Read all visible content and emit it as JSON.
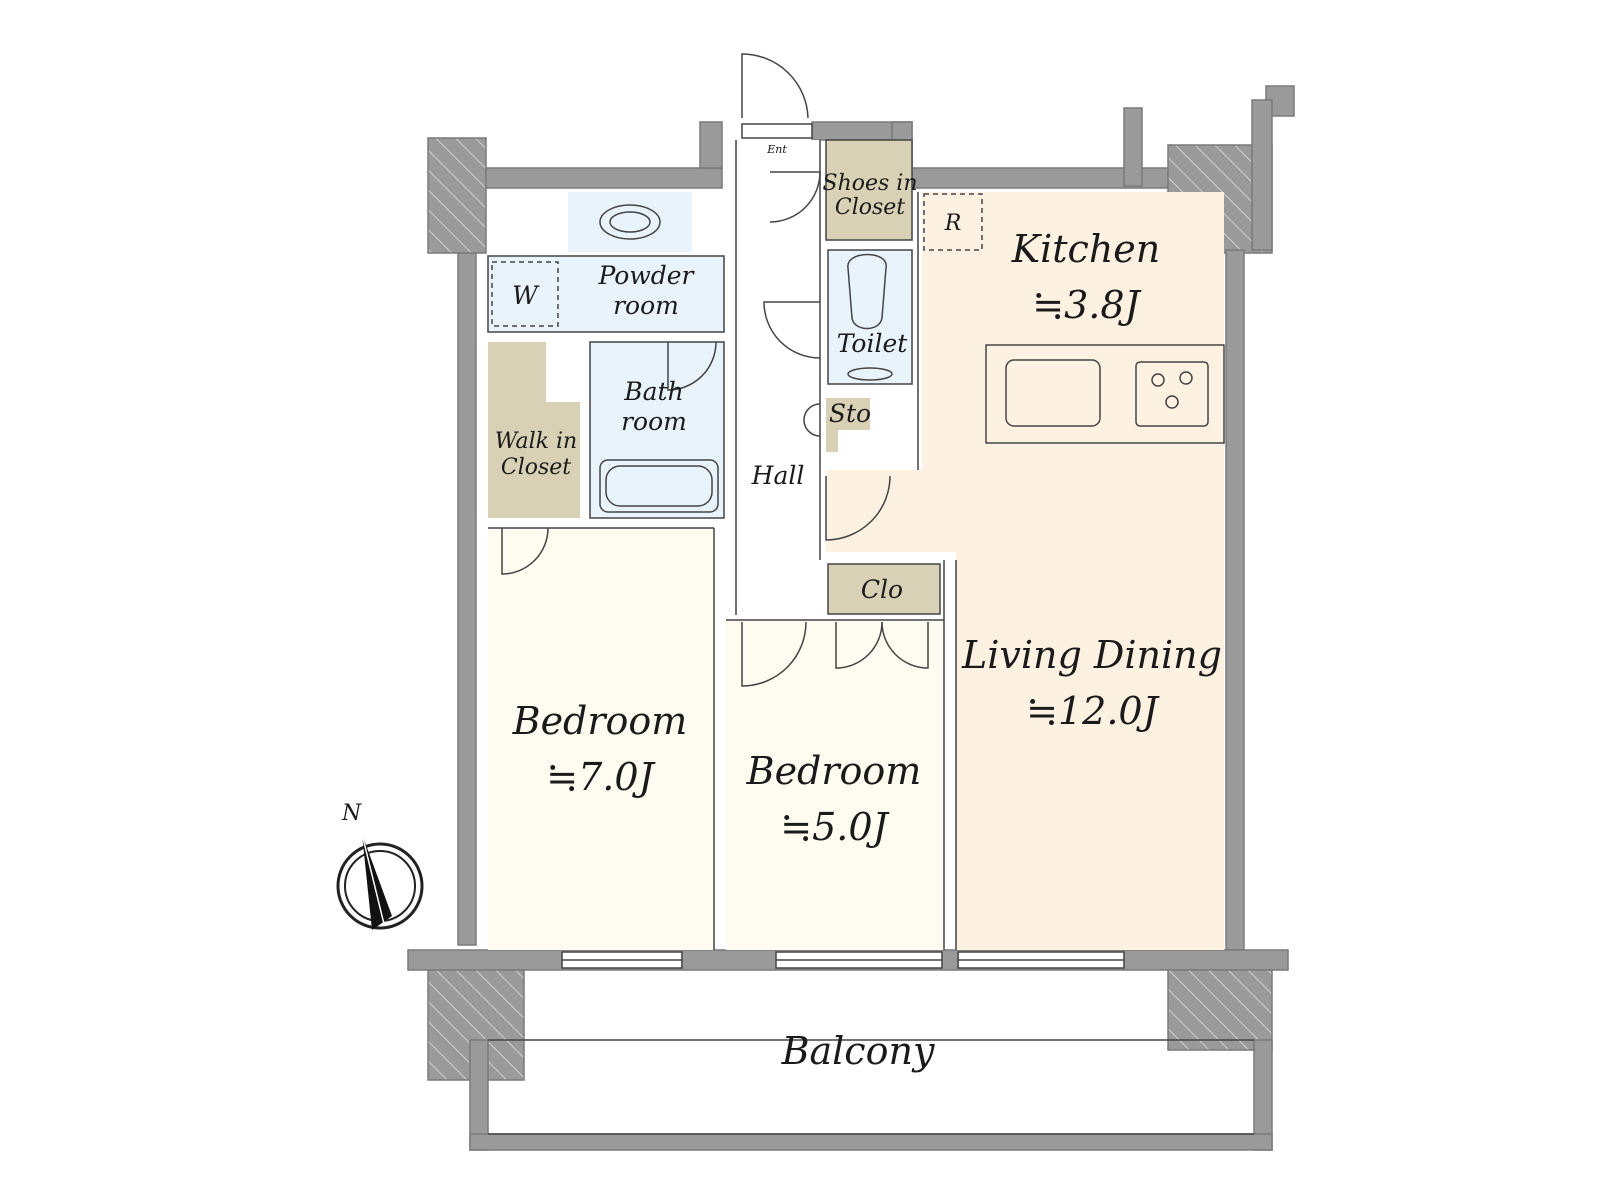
{
  "colors": {
    "wall": "#9a9a9a",
    "wall_edge": "#7a7a7a",
    "kitchen_living": "#fdf1e2",
    "bedroom": "#fefcf0",
    "wet_area": "#e8f3fb",
    "closet": "#d9d1b5",
    "hall": "#ffffff",
    "outline": "#444444"
  },
  "compass": {
    "north": "N"
  },
  "rooms": {
    "kitchen": {
      "name": "Kitchen",
      "area": "≒3.8J"
    },
    "living": {
      "name": "Living Dining",
      "area": "≒12.0J"
    },
    "bedroom1": {
      "name": "Bedroom",
      "area": "≒7.0J"
    },
    "bedroom2": {
      "name": "Bedroom",
      "area": "≒5.0J"
    },
    "balcony": {
      "name": "Balcony"
    },
    "hall": {
      "name": "Hall"
    },
    "entrance": {
      "name": "Ent"
    },
    "shoes": {
      "line1": "Shoes in",
      "line2": "Closet"
    },
    "toilet": {
      "name": "Toilet"
    },
    "storage": {
      "name": "Sto"
    },
    "powder": {
      "line1": "Powder",
      "line2": "room"
    },
    "bath": {
      "line1": "Bath",
      "line2": "room"
    },
    "walkin": {
      "line1": "Walk in",
      "line2": "Closet"
    },
    "closet": {
      "name": "Clo"
    },
    "washer": {
      "name": "W"
    },
    "fridge": {
      "name": "R"
    }
  }
}
